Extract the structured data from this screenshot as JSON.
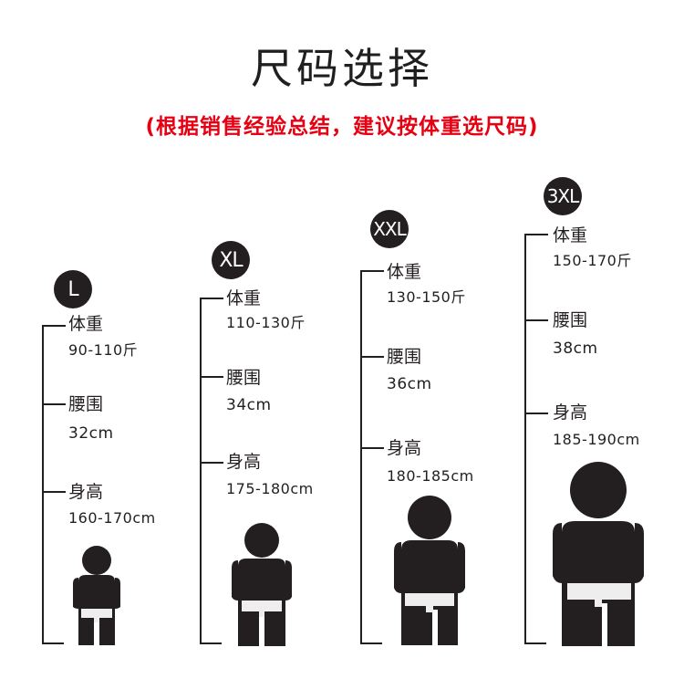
{
  "title": "尺码选择",
  "subtitle": "(根据销售经验总结，建议按体重选尺码)",
  "colors": {
    "ink": "#231f20",
    "accent": "#e60012",
    "shorts": "#eeeeee"
  },
  "sizes": [
    {
      "size": "L",
      "weight_label": "体重",
      "weight": "90-110斤",
      "waist_label": "腰围",
      "waist": "32cm",
      "height_label": "身高",
      "height": "160-170cm"
    },
    {
      "size": "XL",
      "weight_label": "体重",
      "weight": "110-130斤",
      "waist_label": "腰围",
      "waist": "34cm",
      "height_label": "身高",
      "height": "175-180cm"
    },
    {
      "size": "XXL",
      "weight_label": "体重",
      "weight": "130-150斤",
      "waist_label": "腰围",
      "waist": "36cm",
      "height_label": "身高",
      "height": "180-185cm"
    },
    {
      "size": "3XL",
      "weight_label": "体重",
      "weight": "150-170斤",
      "waist_label": "腰围",
      "waist": "38cm",
      "height_label": "身高",
      "height": "185-190cm"
    }
  ]
}
